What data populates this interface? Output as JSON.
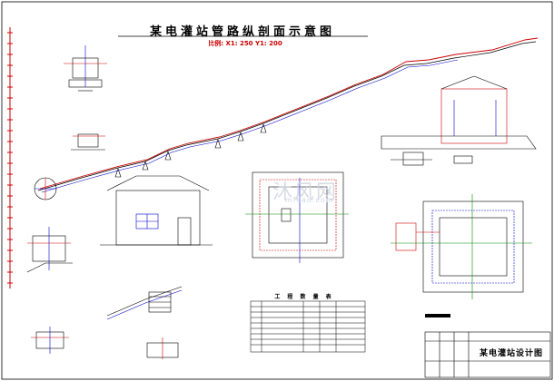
{
  "drawing": {
    "title": "某电灌站管路纵剖面示意图",
    "scale_note": "比例: X1: 250 Y1: 200",
    "sheet_title": "某电灌站设计图",
    "table_title": "工 程 数 量 表"
  },
  "watermark": {
    "brand": "沐风网",
    "sub": "mfcad.com"
  },
  "colors": {
    "line": "#000000",
    "red": "#cc0000",
    "blue": "#0000cc",
    "green": "#008800",
    "magenta": "#cc00cc"
  }
}
